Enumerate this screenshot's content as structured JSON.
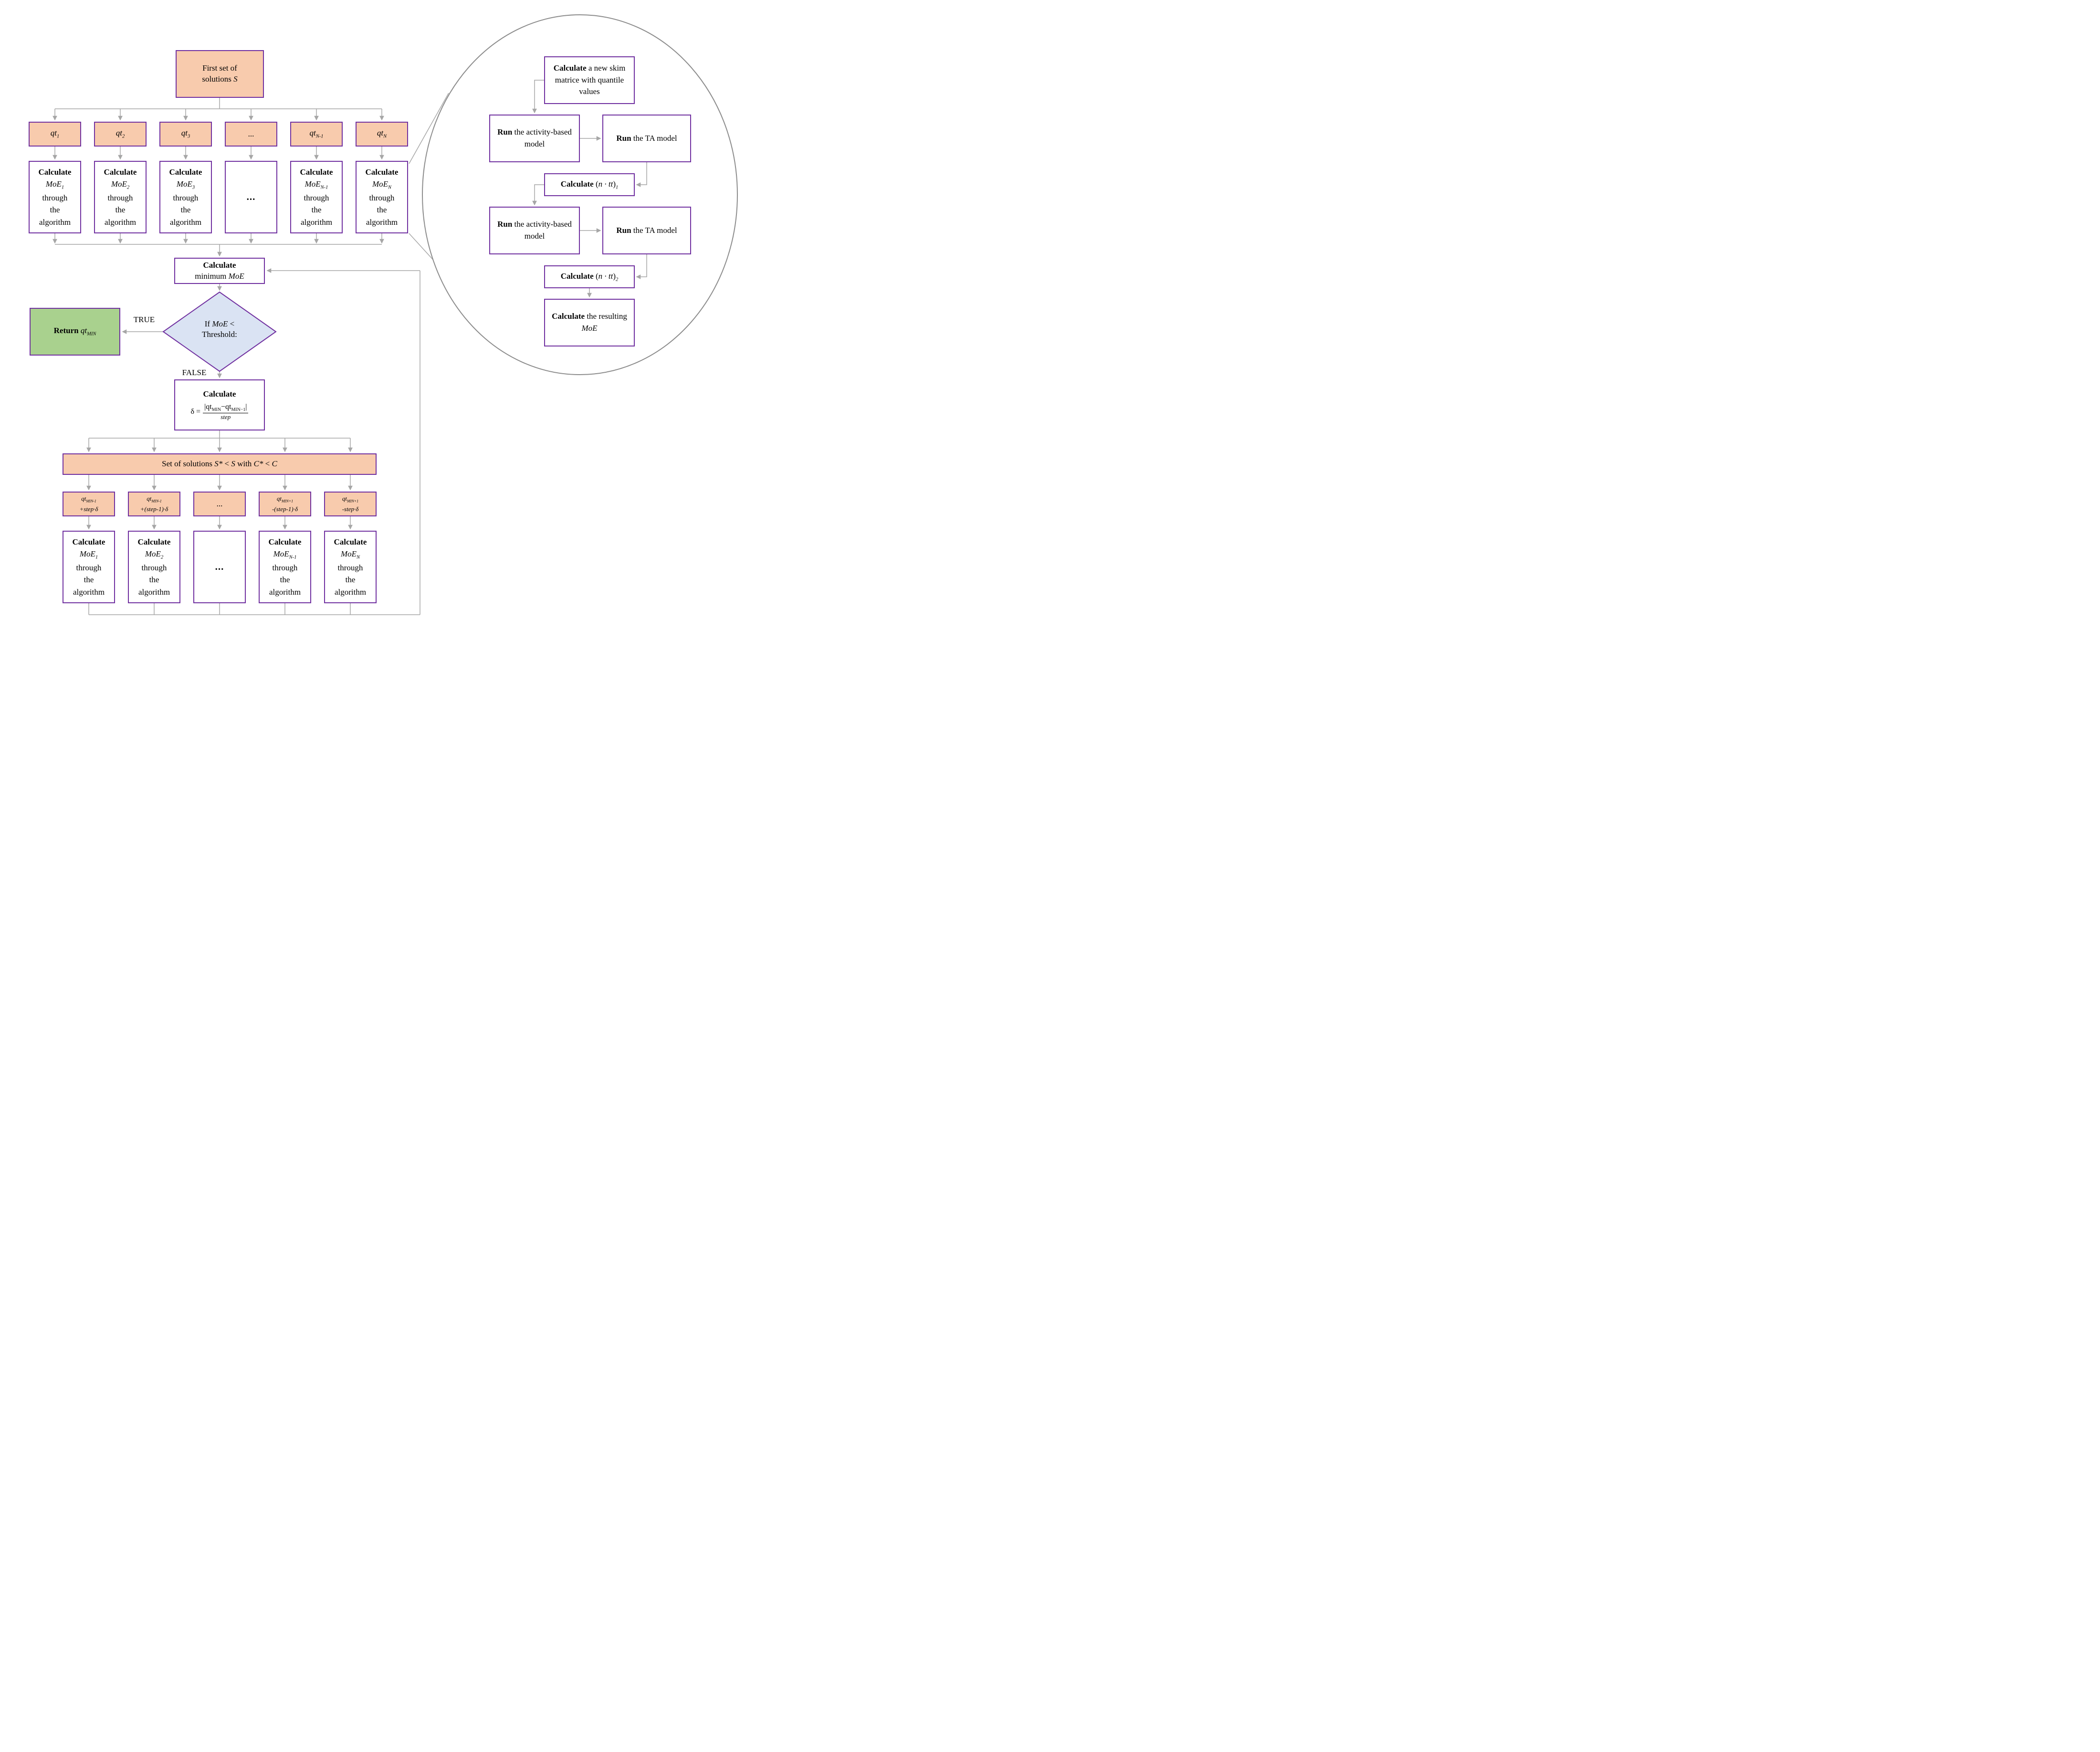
{
  "colors": {
    "box_orange": "#F8CBAD",
    "box_green": "#A9D18E",
    "diamond_blue": "#DAE3F3",
    "border_purple": "#7030A0",
    "wire_gray": "#A6A6A6",
    "ellipse_gray": "#8C8C8C"
  },
  "top": {
    "first_line": "First set of",
    "second_pre": "solutions ",
    "second_it": "S",
    "qt": [
      {
        "base": "qt",
        "sub": "1"
      },
      {
        "base": "qt",
        "sub": "2"
      },
      {
        "base": "qt",
        "sub": "3"
      },
      {
        "base": "...",
        "sub": ""
      },
      {
        "base": "qt",
        "sub": "N-1"
      },
      {
        "base": "qt",
        "sub": "N"
      }
    ],
    "moe": [
      {
        "calc": "Calculate",
        "moe": "MoE",
        "sub": "1",
        "rest": "through the algorithm"
      },
      {
        "calc": "Calculate",
        "moe": "MoE",
        "sub": "2",
        "rest": "through the algorithm"
      },
      {
        "calc": "Calculate",
        "moe": "MoE",
        "sub": "3",
        "rest": "through the algorithm"
      },
      {
        "dots": "..."
      },
      {
        "calc": "Calculate",
        "moe": "MoE",
        "sub": "N-1",
        "rest": "through the algorithm"
      },
      {
        "calc": "Calculate",
        "moe": "MoE",
        "sub": "N",
        "rest": "through the algorithm"
      }
    ]
  },
  "middle": {
    "calc_min_bold": "Calculate",
    "calc_min_rest": "minimum ",
    "calc_min_it": "MoE",
    "decision_pre": "If ",
    "decision_it": "MoE",
    "decision_post": " <",
    "decision_line2": "Threshold:",
    "true_label": "TRUE",
    "false_label": "FALSE",
    "return_bold": "Return ",
    "return_it": "qt",
    "return_sub": "MIN",
    "delta_bold": "Calculate",
    "delta_lhs": "δ =",
    "num_p1": "|qt",
    "num_s1": "MIN",
    "num_p2": "−qt",
    "num_s2": "MIN−1",
    "num_p3": "|",
    "den": "step"
  },
  "bottom": {
    "set_p1": "Set of solutions ",
    "set_i1": "S*",
    "set_p2": " < ",
    "set_i2": "S",
    "set_p3": " with ",
    "set_i3": "C*",
    "set_p4": " < ",
    "set_i4": "C",
    "qt": [
      {
        "base": "qt",
        "sub": "MIN-1",
        "op": "+step·δ"
      },
      {
        "base": "qt",
        "sub": "MIN-1",
        "op": "+(step-1)·δ"
      },
      {
        "dots": "..."
      },
      {
        "base": "qt",
        "sub": "MIN+1",
        "op": "-(step-1)·δ"
      },
      {
        "base": "qt",
        "sub": "MIN+1",
        "op": "-step·δ"
      }
    ],
    "moe": [
      {
        "calc": "Calculate",
        "moe": "MoE",
        "sub": "1",
        "rest": "through the algorithm"
      },
      {
        "calc": "Calculate",
        "moe": "MoE",
        "sub": "2",
        "rest": "through the algorithm"
      },
      {
        "dots": "..."
      },
      {
        "calc": "Calculate",
        "moe": "MoE",
        "sub": "N-1",
        "rest": "through the algorithm"
      },
      {
        "calc": "Calculate",
        "moe": "MoE",
        "sub": "N",
        "rest": "through the algorithm"
      }
    ]
  },
  "ellipse": {
    "skim_bold": "Calculate",
    "skim_rest": " a new skim matrice with quantile values",
    "run_ab1_bold": "Run",
    "run_ab1_rest": " the activity-based model",
    "run_ta1_bold": "Run",
    "run_ta1_rest": " the TA model",
    "ntt1_bold": "Calculate",
    "ntt1_pre": " (",
    "ntt1_it": "n · tt",
    "ntt1_post": ")",
    "ntt1_sub": "1",
    "run_ab2_bold": "Run",
    "run_ab2_rest": " the activity-based model",
    "run_ta2_bold": "Run",
    "run_ta2_rest": " the TA model",
    "ntt2_bold": "Calculate",
    "ntt2_pre": " (",
    "ntt2_it": "n · tt",
    "ntt2_post": ")",
    "ntt2_sub": "2",
    "moe_bold": "Calculate",
    "moe_rest": " the resulting ",
    "moe_it": "MoE"
  }
}
